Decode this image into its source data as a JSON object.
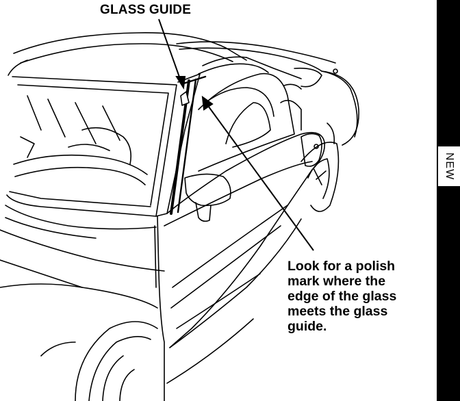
{
  "labels": {
    "glass_guide": "GLASS GUIDE",
    "note_lines": [
      "Look for a polish",
      "mark where the",
      "edge of the glass",
      "meets the glass",
      "guide."
    ],
    "tab": "NEW"
  },
  "colors": {
    "ink": "#000000",
    "paper": "#ffffff"
  }
}
